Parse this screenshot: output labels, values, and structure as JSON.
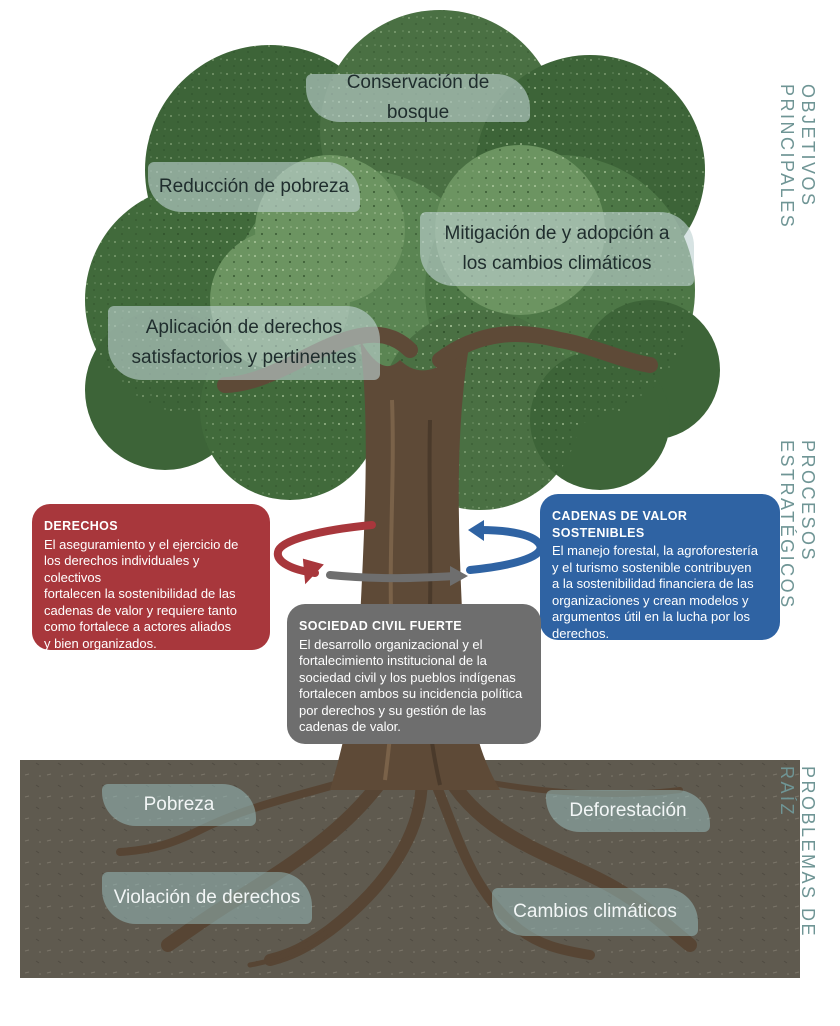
{
  "objectives": {
    "section_label": "OBJETIVOS PRINCIPALES",
    "items": [
      "Conservación de bosque",
      "Reducción de pobreza",
      "Mitigación de y adopción a\nlos cambios climáticos",
      "Aplicación de derechos\nsatisfactorios y pertinentes"
    ]
  },
  "processes": {
    "section_label": "PROCESOS ESTRATÉGICOS",
    "derechos": {
      "title": "DERECHOS",
      "body": "El aseguramiento y el ejercicio de\nlos derechos individuales y colectivos\nfortalecen la sostenibilidad de las\ncadenas de valor y requiere tanto\ncomo fortalece a actores aliados\ny bien organizados.",
      "color": "#a8373c"
    },
    "cadenas": {
      "title": "CADENAS DE VALOR SOSTENIBLES",
      "body": "El manejo forestal, la agroforestería\ny el turismo sostenible contribuyen\na la sostenibilidad financiera de las\norganizaciones y crean modelos y\nargumentos útil en la lucha por los\nderechos.",
      "color": "#2f63a3"
    },
    "sociedad": {
      "title": "SOCIEDAD CIVIL FUERTE",
      "body": "El desarrollo organizacional y el\nfortalecimiento institucional de la\nsociedad civil y los pueblos indígenas\nfortalecen ambos su incidencia política\npor derechos y su gestión de las\ncadenas de valor.",
      "color": "#6e6e6e"
    }
  },
  "root_problems": {
    "section_label": "PROBLEMAS DE RAÍZ",
    "items": [
      "Pobreza",
      "Deforestación",
      "Violación de derechos",
      "Cambios climáticos"
    ]
  },
  "colors": {
    "foliage_dark": "#3d6438",
    "foliage_light": "#6c9461",
    "trunk": "#5e4a37",
    "soil": "#5f5a4f",
    "accent_side_text": "#6f9595"
  }
}
